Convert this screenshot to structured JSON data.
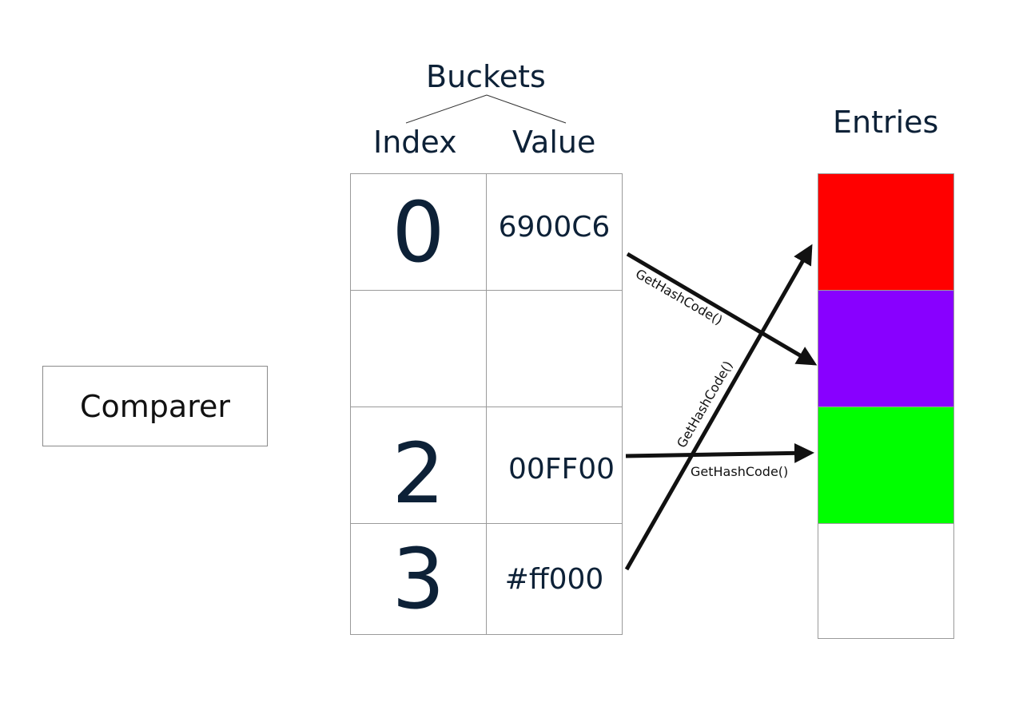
{
  "buckets": {
    "title": "Buckets",
    "index_header": "Index",
    "value_header": "Value",
    "rows": [
      {
        "index": "0",
        "value": "6900C6"
      },
      {
        "index": "",
        "value": ""
      },
      {
        "index": "2",
        "value": "00FF00"
      },
      {
        "index": "3",
        "value": "#ff000"
      }
    ]
  },
  "entries": {
    "title": "Entries",
    "colors": [
      "#ff0000",
      "#8800ff",
      "#00ff00",
      "#ffffff"
    ]
  },
  "comparer": {
    "label": "Comparer"
  },
  "arrows": {
    "label_a": "GetHashCode()",
    "label_b": "GetHashCode()",
    "label_c": "GetHashCode()"
  }
}
